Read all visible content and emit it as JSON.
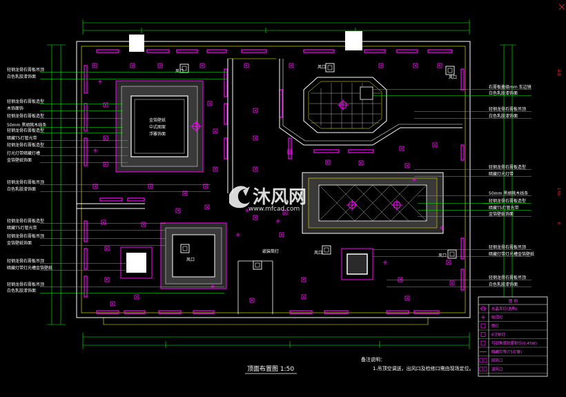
{
  "drawing": {
    "title": "顶面布置图 1:50",
    "notes_title": "备注说明：",
    "notes": [
      "1.吊顶空调送，出风口及检修口需由现场定位。"
    ],
    "watermark_text": "沐风网",
    "watermark_url": "www.mfcad.com",
    "vent_label": "风口",
    "vent_label_alt": "风口",
    "embedded_label": "嵌装筒灯",
    "center_label": "风口"
  },
  "labels_left": [
    "轻钢龙骨石膏板吊顶",
    "白色乳胶漆饰面",
    "轻钢龙骨石膏板造型",
    "木饰面饰",
    "轻钢龙骨石膏板造型",
    "50mm 黑胡桃木线条",
    "轻钢龙骨石膏板造型",
    "暗藏T5灯管光带",
    "轻钢龙骨石膏板造型",
    "灯光灯带暗藏灯槽",
    "金箔壁纸饰面",
    "轻钢龙骨石膏板吊顶",
    "白色乳胶漆饰面",
    "轻钢龙骨石膏板造型",
    "暗藏T5灯管光带",
    "轻钢龙骨石膏板吊顶",
    "金箔壁纸饰面",
    "轻钢龙骨石膏板吊顶",
    "暗藏灯带灯光槽金箔壁纸",
    "轻钢龙骨石膏板吊顶",
    "白色乳胶漆饰面"
  ],
  "labels_right": [
    "石膏板叠级mm 车边镜",
    "白色乳胶漆饰面",
    "轻钢龙骨石膏板吊顶",
    "白色乳胶漆饰面",
    "轻钢龙骨石膏板造型",
    "暗藏灯光灯带",
    "50mm 黑胡桃木线条",
    "轻钢龙骨石膏板造型",
    "暗藏T5灯管光带",
    "金箔壁纸饰面",
    "轻钢龙骨石膏板吊顶",
    "暗藏灯带灯光槽金箔壁纸",
    "轻钢龙骨石膏板吊顶",
    "白色乳胶漆饰面"
  ],
  "center_block": [
    "金箔壁纸",
    "中式图案",
    "浮雕饰面"
  ],
  "legend": {
    "title": "图 例",
    "items": [
      {
        "symbol": "circle-plus",
        "text": "水晶吊灯(选购)"
      },
      {
        "symbol": "plus",
        "text": "吸顶灯"
      },
      {
        "symbol": "square-dot",
        "text": "筒灯"
      },
      {
        "symbol": "small-square",
        "text": "6寸射灯"
      },
      {
        "symbol": "vent-square",
        "text": "可调角度防雾射灯(0.45W)"
      },
      {
        "symbol": "line",
        "text": "暗藏灯带(T5灯管)"
      },
      {
        "symbol": "vent-in",
        "text": "回风口"
      },
      {
        "symbol": "vent-out",
        "text": "送风口"
      }
    ]
  },
  "right_margin_marks": [
    "吊顶",
    "1:50",
    "E"
  ],
  "colors": {
    "background": "#000000",
    "wall": "#ffffff",
    "magenta": "#ff00ff",
    "green": "#00ff00",
    "cyan": "#00ffff",
    "yellow": "#ffff00",
    "red": "#ff0000"
  }
}
